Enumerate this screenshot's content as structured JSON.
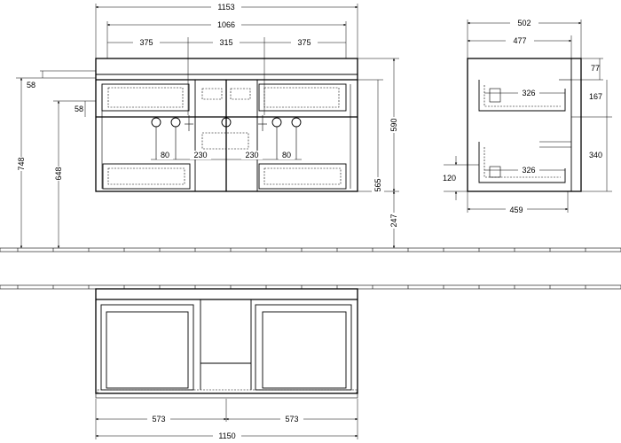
{
  "front_view": {
    "overall_width": "1153",
    "inner_width": "1066",
    "left_section": "375",
    "middle_section": "315",
    "right_section": "375",
    "top_clearance_left": "58",
    "drawer_offset": "58",
    "tap_spacing_left": "80",
    "tap_offset_left": "230",
    "tap_offset_right": "230",
    "tap_spacing_right": "80",
    "total_height": "748",
    "siphon_height": "648",
    "cabinet_height": "590",
    "cabinet_body_height": "565",
    "floor_clearance": "247"
  },
  "side_view": {
    "overall_depth": "502",
    "inner_depth": "477",
    "upper_drawer_depth": "326",
    "lower_drawer_depth": "326",
    "drawer_base_depth": "459",
    "top_offset": "77",
    "upper_drawer_height": "167",
    "lower_drawer_height": "340",
    "bottom_offset": "120"
  },
  "bottom_view": {
    "left_half": "573",
    "right_half": "573",
    "overall_width": "1150"
  }
}
